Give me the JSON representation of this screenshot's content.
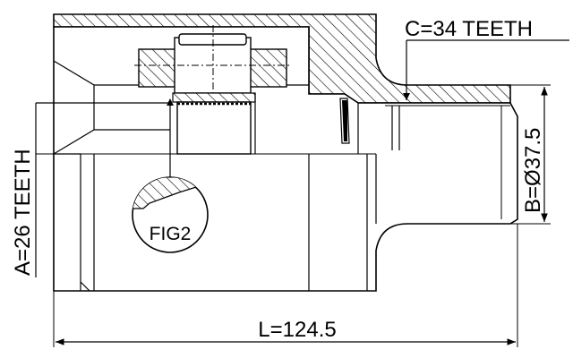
{
  "labels": {
    "c_teeth": "C=34 TEETH",
    "a_teeth": "A=26 TEETH",
    "b_diameter": "B=Ø37.5",
    "length": "L=124.5",
    "fig": "FIG2"
  }
}
